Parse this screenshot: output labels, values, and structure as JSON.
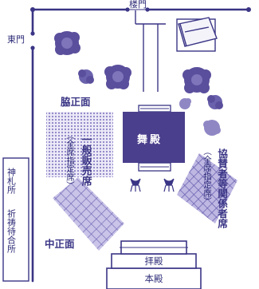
{
  "map": {
    "gates": {
      "romon": "楼門",
      "higashimon": "東門"
    },
    "buildings": {
      "butaiden": "舞殿",
      "haiden": "拝殿",
      "honden": "本殿"
    },
    "side_building": {
      "line1": "神札所",
      "line2": "祈祷待合所"
    },
    "areas": {
      "waki_shomen": {
        "label": "脇正面"
      },
      "naka_shomen": {
        "label": "中正面"
      },
      "general_seats": {
        "title": "一般販売席",
        "note": "（全席指定席）"
      },
      "sponsor_seats": {
        "title": "協賛者等関係者席",
        "note": "（全席指定席）"
      }
    },
    "colors": {
      "ink": "#3a3585",
      "shrine_fill": "#4a3f8c",
      "hatch": "#8a82c6",
      "lattice": "#9a94cc",
      "tree": "#5a4f9c",
      "tree_light": "#8f87c4"
    }
  }
}
